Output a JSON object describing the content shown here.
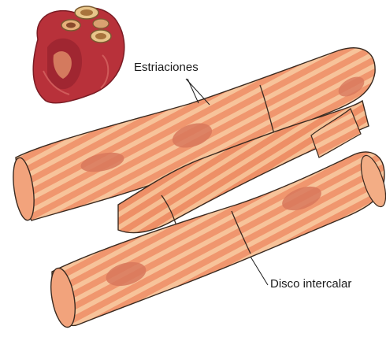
{
  "labels": {
    "estriaciones": "Estriaciones",
    "disco_intercalar": "Disco intercalar"
  },
  "colors": {
    "fiber_base": "#f0966e",
    "fiber_light": "#f7c39a",
    "fiber_dark": "#d9704a",
    "nucleus": "#d8785c",
    "outline": "#3a2a20",
    "heart": "#b8313a",
    "heart_light": "#e6a86a"
  },
  "icons": {
    "heart": "heart-illustration"
  }
}
